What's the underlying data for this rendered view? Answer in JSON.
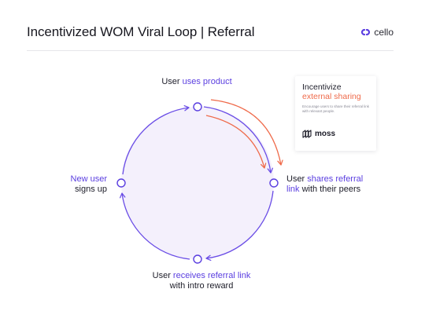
{
  "header": {
    "title": "Incentivized WOM Viral Loop | Referral",
    "brand": "cello"
  },
  "diagram": {
    "nodes": [
      {
        "id": "top",
        "parts": [
          {
            "text": "User ",
            "accent": false
          },
          {
            "text": "uses product",
            "accent": true
          }
        ]
      },
      {
        "id": "right",
        "line1": [
          {
            "text": "User ",
            "accent": false
          },
          {
            "text": "shares referral",
            "accent": true
          }
        ],
        "line2": [
          {
            "text": "link",
            "accent": true
          },
          {
            "text": " with their peers",
            "accent": false
          }
        ]
      },
      {
        "id": "bottom",
        "line1": [
          {
            "text": "User ",
            "accent": false
          },
          {
            "text": "receives referral link",
            "accent": true
          }
        ],
        "line2": "with intro reward"
      },
      {
        "id": "left",
        "line1": "New user",
        "line2": "signs up"
      }
    ]
  },
  "card": {
    "title_line1": "Incentivize",
    "title_line2": "external sharing",
    "description": "Encourage users to share their referral link with relevant people.",
    "logo_name": "moss"
  },
  "colors": {
    "accent_purple": "#5a3ee0",
    "accent_orange": "#ef6a4a",
    "circle_fill": "#f4f0fc",
    "circle_stroke": "#6a4de6"
  }
}
